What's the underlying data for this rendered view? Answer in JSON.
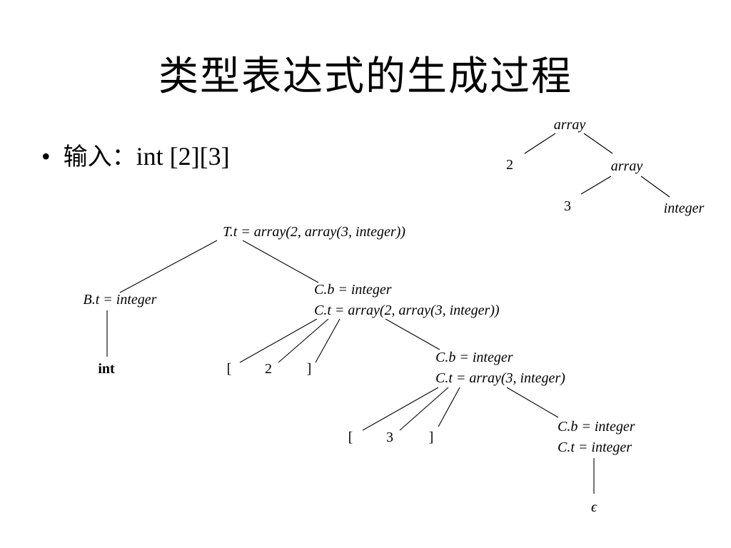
{
  "slide": {
    "title": "类型表达式的生成过程",
    "bullet": {
      "symbol": "•",
      "label": "输入：",
      "code": "int [2][3]"
    }
  },
  "type_tree": {
    "root": "array",
    "left_child": "2",
    "right_child": "array",
    "right_left": "3",
    "right_right": "integer"
  },
  "parse_tree": {
    "root": "T.t = array(2, array(3, integer))",
    "b_node": "B.t = integer",
    "int_leaf": "int",
    "c1_line1": "C.b = integer",
    "c1_line2": "C.t = array(2, array(3, integer))",
    "c1_lbracket": "[",
    "c1_num": "2",
    "c1_rbracket": "]",
    "c2_line1": "C.b = integer",
    "c2_line2": "C.t = array(3, integer)",
    "c2_lbracket": "[",
    "c2_num": "3",
    "c2_rbracket": "]",
    "c3_line1": "C.b = integer",
    "c3_line2": "C.t = integer",
    "epsilon": "ϵ"
  }
}
